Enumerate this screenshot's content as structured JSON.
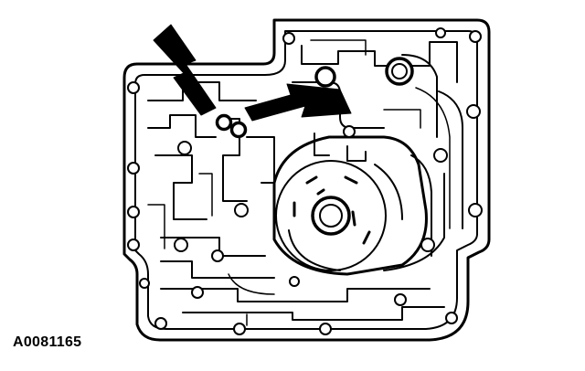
{
  "figure": {
    "id_label": "A0081165"
  },
  "callout_arrows": [
    {
      "name": "left-arrow",
      "points_to": "upper-hole"
    },
    {
      "name": "right-arrow",
      "points_to": "lower-hole"
    }
  ]
}
